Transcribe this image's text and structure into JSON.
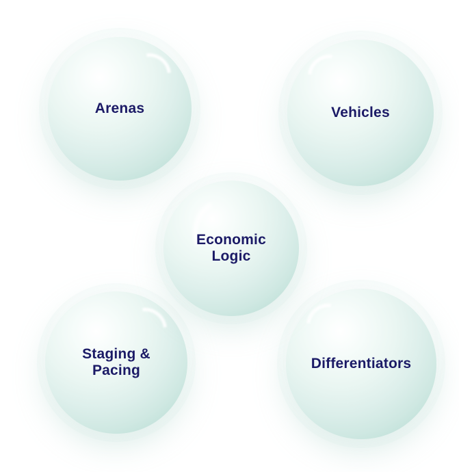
{
  "diagram": {
    "background_color": "#ffffff",
    "sphere_fill_color": "#ddefeb",
    "sphere_edge_color": "#a7d2c8",
    "sphere_highlight_color": "#ffffff",
    "label_color": "#1b1a66",
    "layout": "quincunx"
  },
  "spheres": [
    {
      "id": "arenas",
      "label": "Arenas",
      "position": "top-left"
    },
    {
      "id": "vehicles",
      "label": "Vehicles",
      "position": "top-right"
    },
    {
      "id": "economic-logic",
      "label": "Economic Logic",
      "position": "center"
    },
    {
      "id": "staging-pacing",
      "label": "Staging & Pacing",
      "position": "bottom-left"
    },
    {
      "id": "differentiators",
      "label": "Differentiators",
      "position": "bottom-right"
    }
  ]
}
